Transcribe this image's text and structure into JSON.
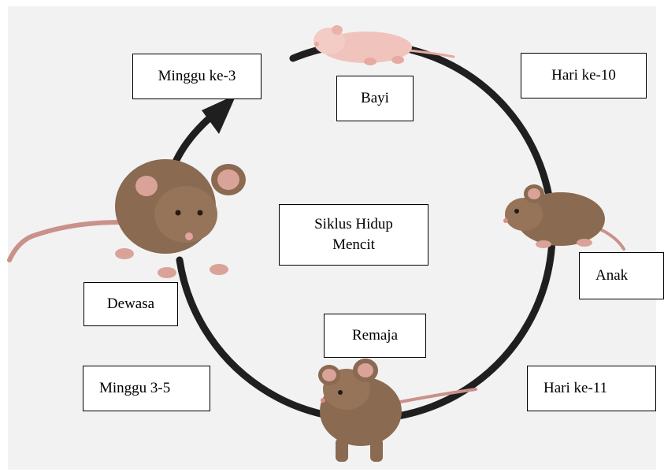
{
  "diagram": {
    "title_line1": "Siklus Hidup",
    "title_line2": "Mencit",
    "stages": {
      "bayi": "Bayi",
      "anak": "Anak",
      "remaja": "Remaja",
      "dewasa": "Dewasa"
    },
    "durations": {
      "hari_10": "Hari ke-10",
      "hari_11": "Hari ke-11",
      "minggu_3_5": "Minggu 3-5",
      "minggu_3": "Minggu ke-3"
    },
    "colors": {
      "cycle_line": "#1f1f1f",
      "background": "#f2f2f2",
      "mouse_brown": "#8a6a50",
      "baby_pink": "#f0c4bd"
    }
  }
}
